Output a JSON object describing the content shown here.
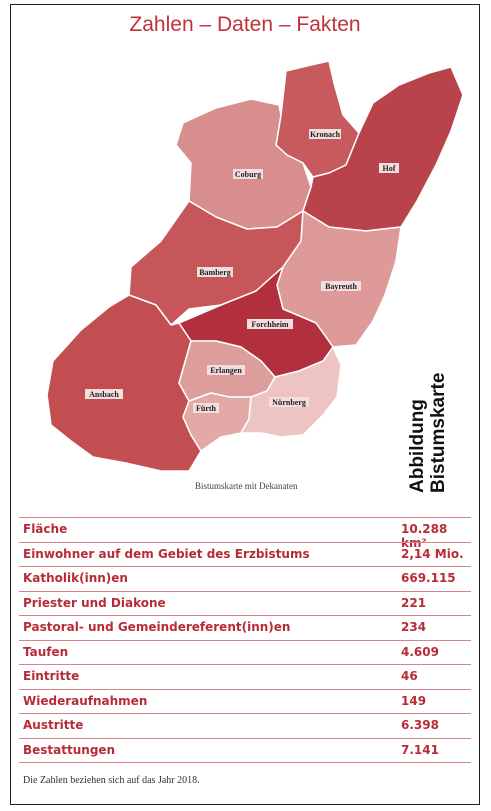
{
  "page": {
    "title": "Zahlen – Daten – Fakten",
    "map_caption": "Bistumskarte mit Dekanaten",
    "side_label_line1": "Abbildung",
    "side_label_line2": "Bistumskarte",
    "footnote": "Die Zahlen beziehen sich auf das Jahr 2018."
  },
  "map": {
    "regions": [
      {
        "name": "Kronach",
        "color": "#c75a5c"
      },
      {
        "name": "Coburg",
        "color": "#d98e8e"
      },
      {
        "name": "Hof",
        "color": "#b9434a"
      },
      {
        "name": "Bamberg",
        "color": "#c65659"
      },
      {
        "name": "Bayreuth",
        "color": "#dd9a98"
      },
      {
        "name": "Forchheim",
        "color": "#b22f3d"
      },
      {
        "name": "Ansbach",
        "color": "#c24e51"
      },
      {
        "name": "Erlangen",
        "color": "#dd9d9b"
      },
      {
        "name": "Fürth",
        "color": "#e3a9a7"
      },
      {
        "name": "Nürnberg",
        "color": "#edc4c2"
      }
    ]
  },
  "table": {
    "rows": [
      {
        "label": "Fläche",
        "value": "10.288 km²"
      },
      {
        "label": "Einwohner auf dem Gebiet des Erzbistums",
        "value": "2,14 Mio."
      },
      {
        "label": "Katholik(inn)en",
        "value": "669.115"
      },
      {
        "label": "Priester und Diakone",
        "value": "221"
      },
      {
        "label": "Pastoral- und Gemeindereferent(inn)en",
        "value": "234"
      },
      {
        "label": "Taufen",
        "value": "4.609"
      },
      {
        "label": "Eintritte",
        "value": "46"
      },
      {
        "label": "Wiederaufnahmen",
        "value": "149"
      },
      {
        "label": "Austritte",
        "value": "6.398"
      },
      {
        "label": "Bestattungen",
        "value": "7.141"
      }
    ]
  }
}
